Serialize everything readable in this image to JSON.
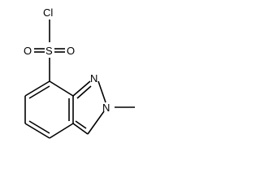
{
  "structure": {
    "atoms": {
      "cl": "Cl",
      "s": "S",
      "o_left": "O",
      "o_right": "O",
      "n_top": "N",
      "n_right": "N"
    }
  }
}
